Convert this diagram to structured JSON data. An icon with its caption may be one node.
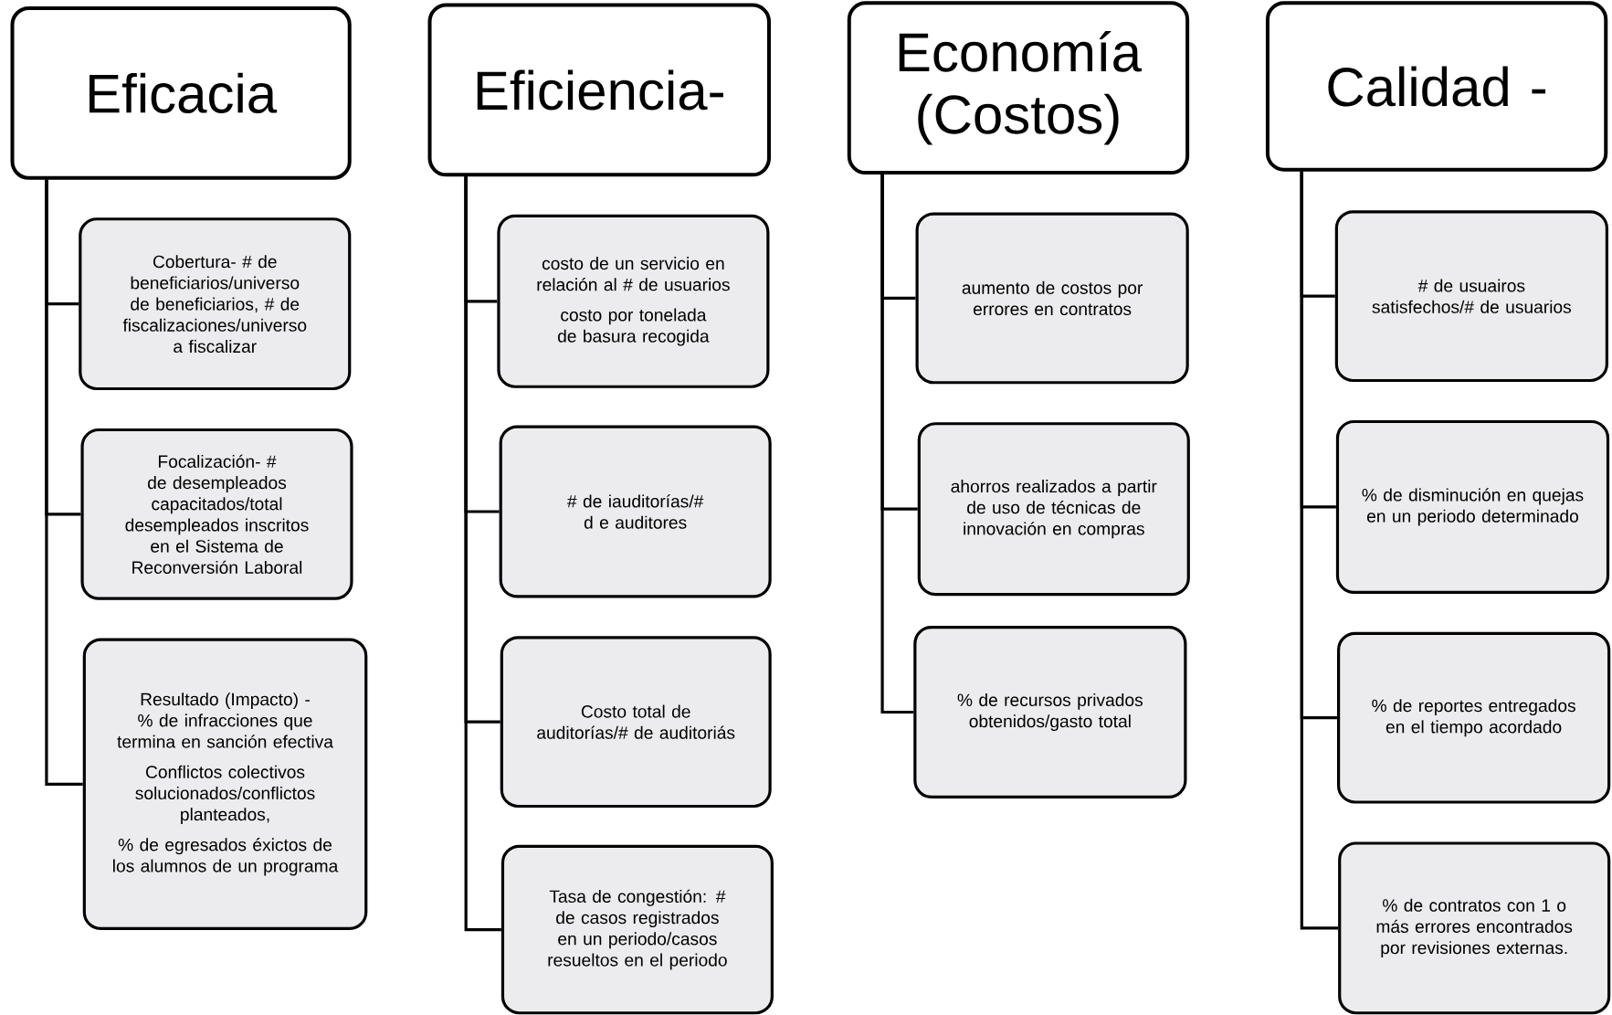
{
  "diagram": {
    "nodes": [
      {
        "text": [
          "Eficacia"
        ]
      },
      {
        "text": [
          "Cobertura- # de beneficiarios/universo de beneficiarios, # de fiscalizaciones/universo a fiscalizar"
        ]
      },
      {
        "text": [
          "Focalización- # de desempleados capacitados/total desempleados inscritos en el Sistema de Reconversión Laboral"
        ]
      },
      {
        "text": [
          "Resultado (Impacto) -% de infracciones que termina en sanción efectiva",
          "Conflictos colectivos solucionados/conflictos planteados,",
          "% de egresados éxictos de los alumnos de un programa"
        ]
      },
      {
        "text": [
          "Eficiencia-"
        ]
      },
      {
        "text": [
          "costo de un servicio en relación al # de usuarios",
          "costo por tonelada de basura recogida"
        ]
      },
      {
        "text": [
          "# de iauditorías/# d e auditores"
        ]
      },
      {
        "text": [
          "Costo total de auditorías/# de auditoriás"
        ]
      },
      {
        "text": [
          "Tasa de congestión: # de casos registrados en un periodo/casos resueltos en el periodo"
        ]
      },
      {
        "text": [
          "Economía (Costos)"
        ]
      },
      {
        "text": [
          "aumento de costos por errores en contratos"
        ]
      },
      {
        "text": [
          "ahorros realizados a partir de uso de técnicas de innovación en compras"
        ]
      },
      {
        "text": [
          "% de recursos privados obtenidos/gasto total"
        ]
      },
      {
        "text": [
          "Calidad -"
        ]
      },
      {
        "text": [
          "# de usuairos satisfechos/# de usuarios"
        ]
      },
      {
        "text": [
          "% de disminución en quejas en un periodo determinado"
        ]
      },
      {
        "text": [
          "% de reportes entregados en el tiempo acordado"
        ]
      },
      {
        "text": [
          "% de contratos con 1 o más errores encontrados por revisiones externas."
        ]
      }
    ],
    "edges": [
      {
        "from": 0,
        "to": 1,
        "arrow": "none"
      },
      {
        "from": 0,
        "to": 2,
        "arrow": "none"
      },
      {
        "from": 0,
        "to": 3,
        "arrow": "none"
      },
      {
        "from": 4,
        "to": 5,
        "arrow": "none"
      },
      {
        "from": 4,
        "to": 6,
        "arrow": "none"
      },
      {
        "from": 4,
        "to": 7,
        "arrow": "none"
      },
      {
        "from": 4,
        "to": 8,
        "arrow": "none"
      },
      {
        "from": 9,
        "to": 10,
        "arrow": "none"
      },
      {
        "from": 9,
        "to": 11,
        "arrow": "none"
      },
      {
        "from": 9,
        "to": 12,
        "arrow": "none"
      },
      {
        "from": 13,
        "to": 14,
        "arrow": "none"
      },
      {
        "from": 13,
        "to": 15,
        "arrow": "none"
      },
      {
        "from": 13,
        "to": 16,
        "arrow": "none"
      },
      {
        "from": 13,
        "to": 17,
        "arrow": "none"
      }
    ]
  }
}
